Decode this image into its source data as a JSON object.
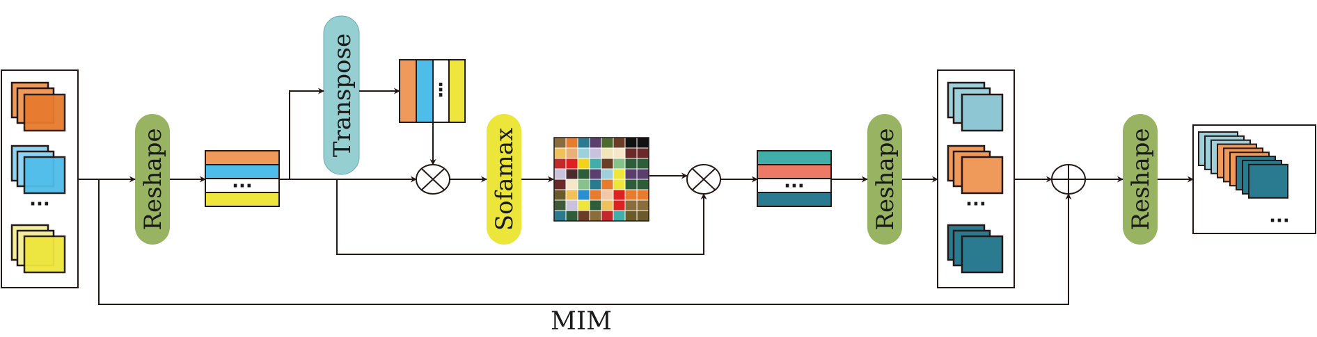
{
  "labels": {
    "reshape_1": "Reshape",
    "transpose": "Transpose",
    "softmax": "Sofamax",
    "reshape_2": "Reshape",
    "reshape_3": "Reshape",
    "caption": "MIM",
    "ellipsis": "···",
    "ellipsis_vertical": "⋮"
  },
  "colors": {
    "line": "#231815",
    "reshape": "#98b463",
    "transpose": "#95cfd1",
    "softmax": "#ece63a",
    "orange": "#ef9a5a",
    "orange_dark": "#e77b2e",
    "blue": "#4fbde9",
    "blue_light": "#8fd3f2",
    "yellow": "#eee63c",
    "teal": "#41aeaa",
    "salmon": "#ec7a66",
    "teal_dark": "#2a7b90",
    "teal_light": "#9ed0dc"
  },
  "heatmap": {
    "rows": 8,
    "cols": 8,
    "cells": [
      "#8a6d3b",
      "#e77b2e",
      "#2a7b90",
      "#5a3f6e",
      "#4d6b2f",
      "#6b3c26",
      "#111111",
      "#ffffff",
      "#f0c15a",
      "#e8b07a",
      "#9ed0dc",
      "#c9c2dc",
      "#f2e6b8",
      "#f5e7c8",
      "#6b2a2a",
      "#ffffff",
      "#c22a2a",
      "#dd2020",
      "#f3d21a",
      "#41aeaa",
      "#6b3c26",
      "#86c28a",
      "#2e5d3a",
      "#ffffff",
      "#c9c2dc",
      "#4a2a2a",
      "#2e5d3a",
      "#5a3f6e",
      "#9ed0dc",
      "#eee63c",
      "#5a3f6e",
      "#ffffff",
      "#6b2a2a",
      "#f5e7c8",
      "#86c28a",
      "#2a7b90",
      "#e77b2e",
      "#eee63c",
      "#2e5d3a",
      "#ffffff",
      "#6b5a2a",
      "#f0c15a",
      "#2a8fd0",
      "#e77b2e",
      "#f3c8a8",
      "#dd2020",
      "#e77b2e",
      "#ffffff",
      "#3d5a3a",
      "#c9c2dc",
      "#eee63c",
      "#2e5d3a",
      "#f0c15a",
      "#dd2020",
      "#8a6d3b",
      "#ffffff",
      "#2a7b90",
      "#2e5d3a",
      "#6b3c26",
      "#8a6d3b",
      "#c22a2a",
      "#41aeaa",
      "#6b5a2a",
      "#ffffff"
    ]
  }
}
